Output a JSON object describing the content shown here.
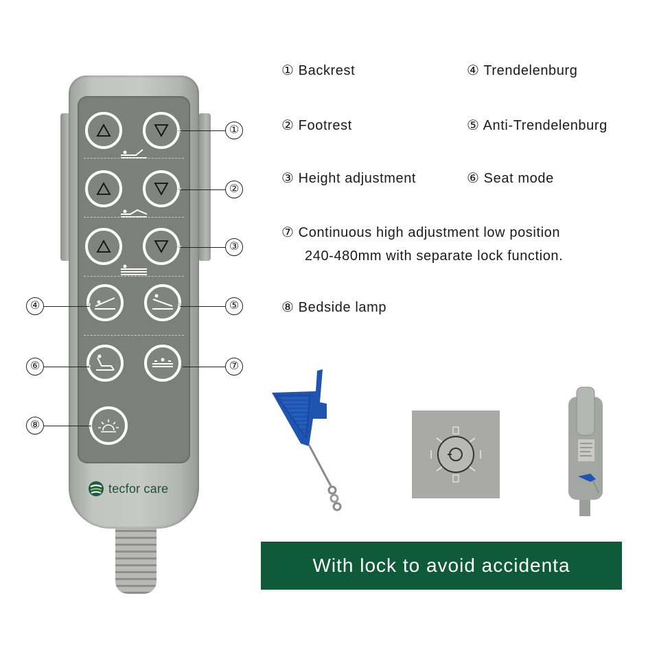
{
  "brand": {
    "name": "tecfor care",
    "icon": "leaf-logo-icon",
    "color": "#1f4f3c"
  },
  "remote": {
    "buttons": [
      {
        "id": "backrest-up",
        "icon": "triangle-up-icon"
      },
      {
        "id": "backrest-down",
        "icon": "triangle-down-icon"
      },
      {
        "id": "footrest-up",
        "icon": "triangle-up-icon"
      },
      {
        "id": "footrest-down",
        "icon": "triangle-down-icon"
      },
      {
        "id": "height-up",
        "icon": "triangle-up-icon"
      },
      {
        "id": "height-down",
        "icon": "triangle-down-icon"
      },
      {
        "id": "trendelenburg",
        "icon": "bed-tilt-head-down-icon"
      },
      {
        "id": "anti-trendelenburg",
        "icon": "bed-tilt-head-up-icon"
      },
      {
        "id": "seat-mode",
        "icon": "chair-position-icon"
      },
      {
        "id": "low-position",
        "icon": "bed-lowest-icon"
      },
      {
        "id": "bedside-lamp",
        "icon": "lamp-icon"
      }
    ],
    "callouts": [
      "①",
      "②",
      "③",
      "④",
      "⑤",
      "⑥",
      "⑦",
      "⑧"
    ]
  },
  "legend": {
    "item1": "① Backrest",
    "item2": "② Footrest",
    "item3": "③ Height adjustment",
    "item4": "④ Trendelenburg",
    "item5": "⑤  Anti-Trendelenburg",
    "item6": "⑥ Seat mode",
    "item7_line1": "⑦  Continuous high adjustment low position",
    "item7_line2": "240-480mm with separate lock function.",
    "item8": "⑧ Bedside lamp"
  },
  "banner": {
    "text": "With lock to avoid accidenta",
    "color": "#0f5a38"
  },
  "colors": {
    "remote_body": "#c2c4c1",
    "keypad": "#7d7f7d",
    "key_blue": "#1f54b0"
  }
}
